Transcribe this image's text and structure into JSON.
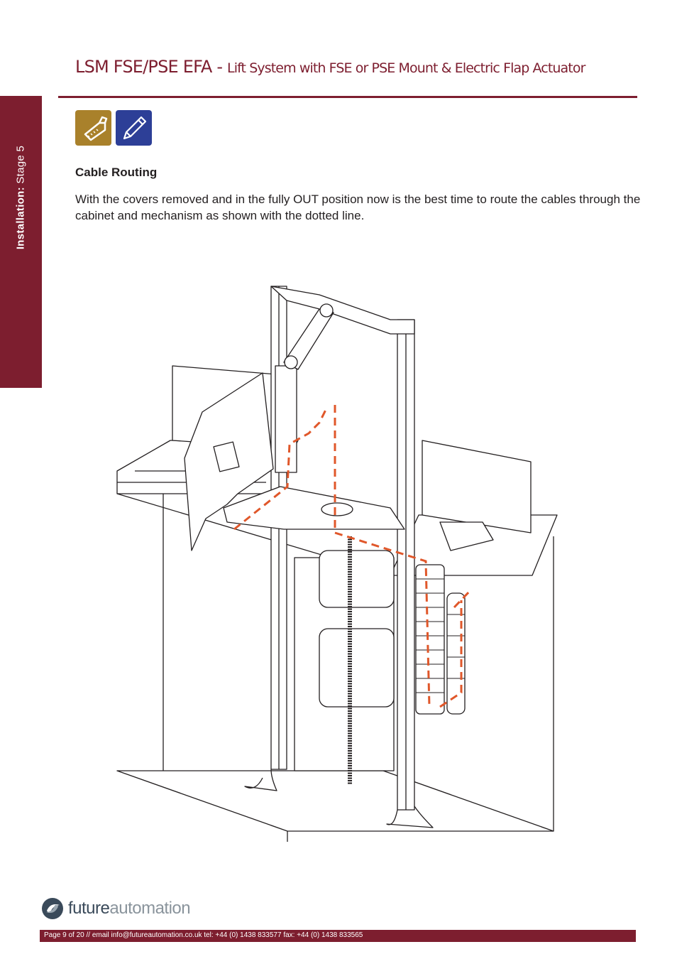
{
  "header": {
    "title_main": "LSM FSE/PSE EFA - ",
    "title_sub": "Lift System with FSE or PSE Mount & Electric Flap Actuator"
  },
  "side_tab": {
    "label_bold": "Installation:",
    "label_rest": "Stage 5"
  },
  "icons": [
    "tape-measure-icon",
    "pencil-icon"
  ],
  "section": {
    "heading": "Cable Routing",
    "body": "With the covers removed and in the fully OUT position now is the best time to route the cables through the cabinet and mechanism as shown with the dotted line."
  },
  "logo": {
    "part1": "future",
    "part2": "automation"
  },
  "footer": {
    "text": "Page 9 of 20 // email info@futureautomation.co.uk  tel: +44 (0) 1438 833577  fax: +44 (0) 1438 833565"
  },
  "colors": {
    "brand": "#7d1e2f",
    "icon_gold": "#a9812b",
    "icon_blue": "#2d3f97",
    "cable_route": "#e0572a"
  }
}
